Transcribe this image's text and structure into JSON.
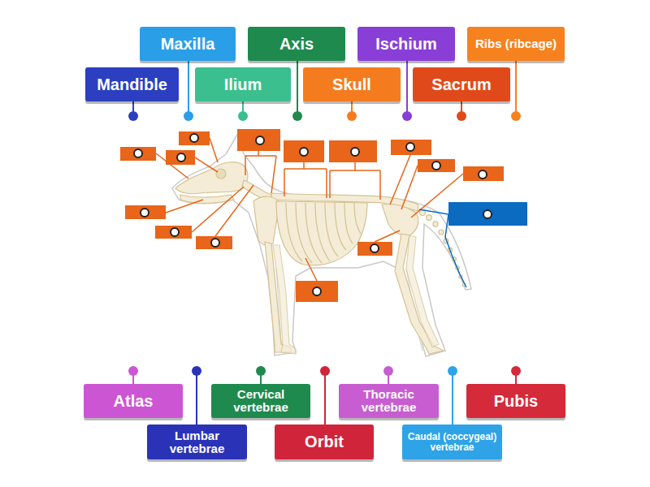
{
  "diagram": {
    "nodes": [
      {
        "text": [
          "Maxilla"
        ]
      },
      {
        "text": [
          "Axis"
        ]
      },
      {
        "text": [
          "Ischium"
        ]
      },
      {
        "text": [
          "Ribs (ribcage)"
        ]
      },
      {
        "text": [
          "Mandible"
        ]
      },
      {
        "text": [
          "Ilium"
        ]
      },
      {
        "text": [
          "Skull"
        ]
      },
      {
        "text": [
          "Sacrum"
        ]
      },
      {
        "text": [
          "Atlas"
        ]
      },
      {
        "text": [
          "Cervical vertebrae"
        ]
      },
      {
        "text": [
          "Thoracic vertebrae"
        ]
      },
      {
        "text": [
          "Pubis"
        ]
      },
      {
        "text": [
          "Lumbar vertebrae"
        ]
      },
      {
        "text": [
          "Orbit"
        ]
      },
      {
        "text": [
          "Caudal (coccygeal) vertebrae"
        ]
      }
    ]
  }
}
